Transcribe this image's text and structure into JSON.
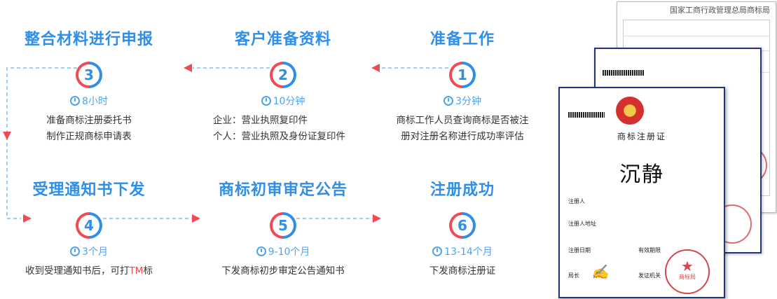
{
  "steps": [
    {
      "id": "3",
      "title": "整合材料进行申报",
      "time": "8小时",
      "lines": [
        "准备商标注册委托书",
        "制作正规商标申请表"
      ]
    },
    {
      "id": "2",
      "title": "客户准备资料",
      "time": "10分钟",
      "lines": [
        "企业：营业执照复印件",
        "个人：营业执照及身份证复印件"
      ]
    },
    {
      "id": "1",
      "title": "准备工作",
      "time": "3分钟",
      "lines": [
        "商标工作人员查询商标是否被注",
        "册对注册名称进行成功率评估"
      ]
    },
    {
      "id": "4",
      "title": "受理通知书下发",
      "time": "3个月",
      "lines_pre": "收到受理通知书后，可打",
      "lines_tm": "TM",
      "lines_post": "标"
    },
    {
      "id": "5",
      "title": "商标初审审定公告",
      "time": "9-10个月",
      "lines": [
        "下发商标初步审定公告通知书"
      ]
    },
    {
      "id": "6",
      "title": "注册成功",
      "time": "13-14个月",
      "lines": [
        "下发商标注册证"
      ]
    }
  ],
  "certificate": {
    "back_header": "国家工商行政管理总局商标局",
    "front_title": "商标注册证",
    "trademark": "沉静",
    "field_registrant": "注册人",
    "field_address": "注册人地址",
    "field_date": "注册日期",
    "field_validity": "有效期限",
    "field_director": "局长",
    "field_issuer": "发证机关",
    "seal_text": "商标局"
  },
  "colors": {
    "blue": "#2e8ee8",
    "red": "#ef4b53",
    "lightblue": "#9ccdf5"
  }
}
